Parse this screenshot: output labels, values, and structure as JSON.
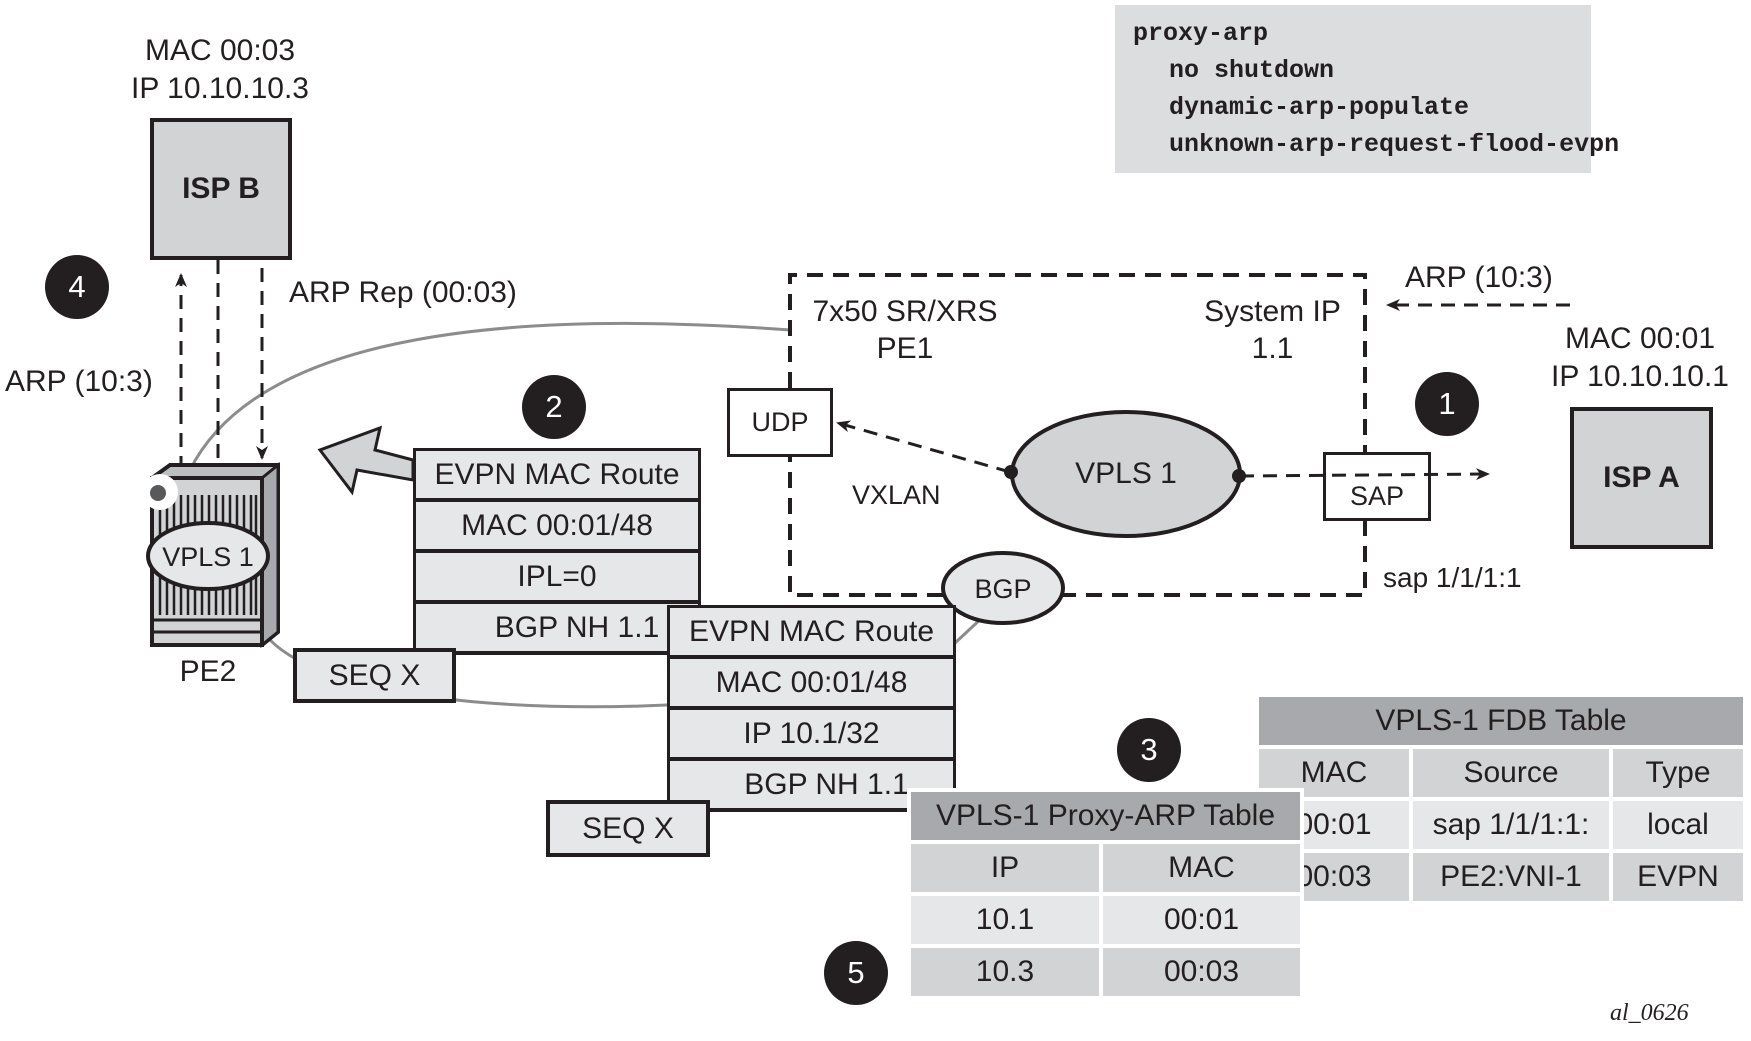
{
  "config": {
    "lines": [
      "proxy-arp",
      "no shutdown",
      "dynamic-arp-populate",
      "unknown-arp-request-flood-evpn"
    ]
  },
  "isp_b": {
    "mac_label": "MAC 00:03",
    "ip_label": "IP 10.10.10.3",
    "name": "ISP B"
  },
  "isp_a": {
    "mac_label": "MAC 00:01",
    "ip_label": "IP 10.10.10.1",
    "name": "ISP A"
  },
  "pe1": {
    "platform": "7x50 SR/XRS",
    "name": "PE1",
    "system_ip_label": "System IP",
    "system_ip": "1.1",
    "udp_label": "UDP",
    "vxlan_label": "VXLAN",
    "vpls_label": "VPLS 1",
    "sap_label": "SAP",
    "sap_id": "sap 1/1/1:1",
    "bgp_label": "BGP"
  },
  "pe2": {
    "name": "PE2",
    "vpls_label": "VPLS 1"
  },
  "flows": {
    "arp_in_pe1": "ARP (10:3)",
    "arp_to_ispb": "ARP (10:3)",
    "arp_reply": "ARP Rep (00:03)"
  },
  "steps": [
    "1",
    "2",
    "3",
    "4",
    "5"
  ],
  "route_pe2": {
    "rows": [
      "EVPN MAC Route",
      "MAC 00:01/48",
      "IPL=0",
      "BGP NH 1.1"
    ],
    "seq": "SEQ X"
  },
  "route_pe1": {
    "rows": [
      "EVPN MAC Route",
      "MAC 00:01/48",
      "IP 10.1/32",
      "BGP NH 1.1"
    ],
    "seq": "SEQ X"
  },
  "proxy_arp_table": {
    "title": "VPLS-1 Proxy-ARP Table",
    "columns": [
      "IP",
      "MAC"
    ],
    "rows": [
      [
        "10.1",
        "00:01"
      ],
      [
        "10.3",
        "00:03"
      ]
    ]
  },
  "fdb_table": {
    "title": "VPLS-1 FDB Table",
    "columns": [
      "MAC",
      "Source",
      "Type"
    ],
    "rows": [
      [
        "00:01",
        "sap 1/1/1:1:",
        "local"
      ],
      [
        "00:03",
        "PE2:VNI-1",
        "EVPN"
      ]
    ]
  },
  "figure_id": "al_0626"
}
